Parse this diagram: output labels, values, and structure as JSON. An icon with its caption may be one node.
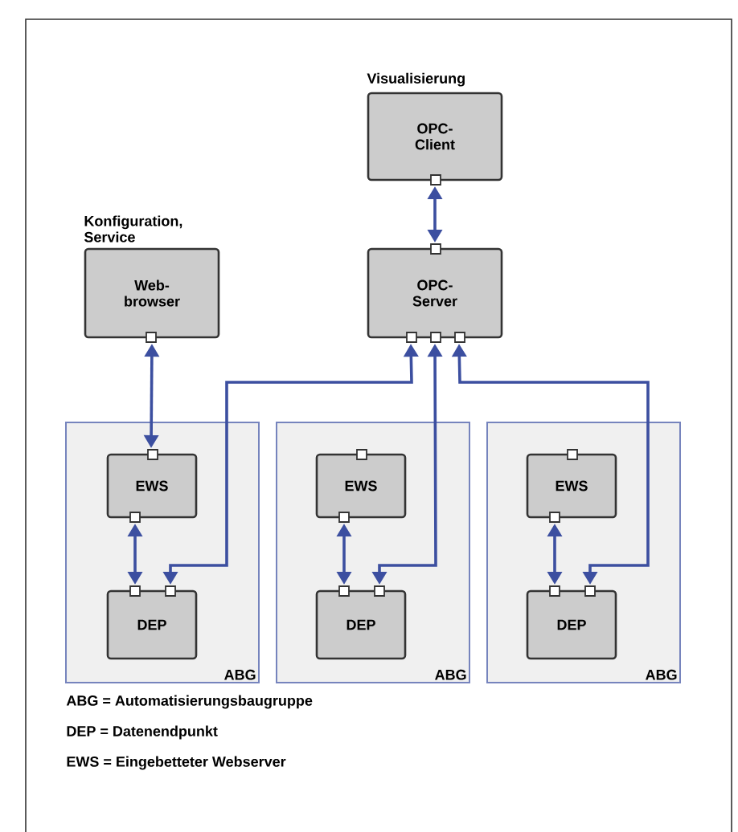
{
  "diagram": {
    "nodes": [
      {
        "text": [
          "Visualisierung",
          "OPC- Client"
        ]
      },
      {
        "text": [
          "Konfiguration, Service",
          "Web- browser"
        ]
      },
      {
        "text": [
          "OPC- Server"
        ]
      },
      {
        "text": [
          "ABG"
        ]
      },
      {
        "text": [
          "EWS"
        ],
        "in": 3
      },
      {
        "text": [
          "DEP"
        ],
        "in": 3
      },
      {
        "text": [
          "ABG"
        ]
      },
      {
        "text": [
          "EWS"
        ],
        "in": 6
      },
      {
        "text": [
          "DEP"
        ],
        "in": 6
      },
      {
        "text": [
          "ABG"
        ]
      },
      {
        "text": [
          "EWS"
        ],
        "in": 9
      },
      {
        "text": [
          "DEP"
        ],
        "in": 9
      }
    ],
    "edges": [
      {
        "from": 0,
        "to": 2,
        "arrow": "both"
      },
      {
        "from": 1,
        "to": 4,
        "arrow": "both"
      },
      {
        "from": 4,
        "to": 5,
        "arrow": "both"
      },
      {
        "from": 2,
        "to": 5,
        "arrow": "both"
      },
      {
        "from": 7,
        "to": 8,
        "arrow": "both"
      },
      {
        "from": 2,
        "to": 8,
        "arrow": "both"
      },
      {
        "from": 10,
        "to": 11,
        "arrow": "both"
      },
      {
        "from": 2,
        "to": 11,
        "arrow": "both"
      }
    ],
    "labels": [
      "ABG = Automatisierungsbaugruppe",
      "DEP = Datenendpunkt",
      "EWS = Eingebetteter Webserver"
    ]
  }
}
